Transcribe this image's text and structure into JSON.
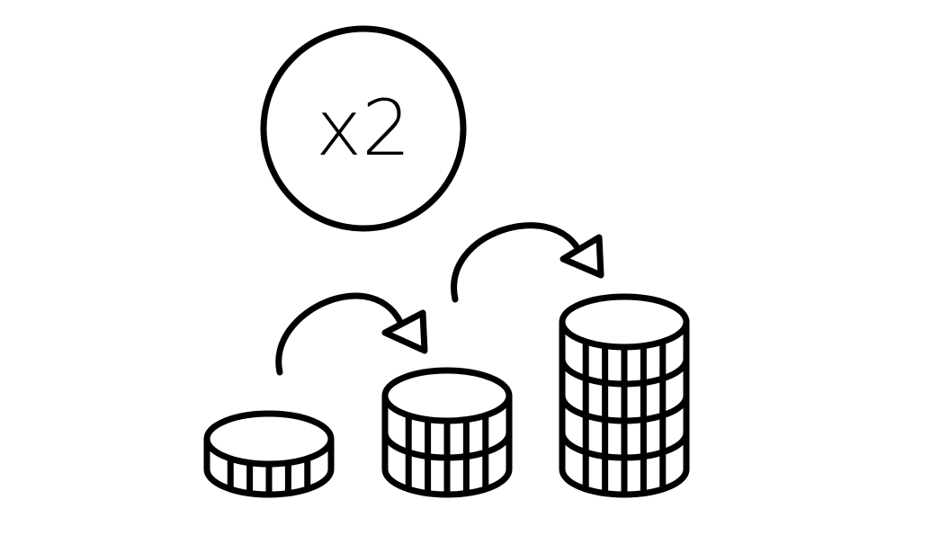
{
  "badge": {
    "text": "x2"
  },
  "stacks": {
    "coin_counts": [
      1,
      2,
      4
    ]
  },
  "colors": {
    "stroke": "#000000",
    "background": "#ffffff"
  },
  "icons": {
    "badge": "multiplier-badge-icon",
    "coin": "coin-icon",
    "arrow": "curved-arrow-icon"
  }
}
